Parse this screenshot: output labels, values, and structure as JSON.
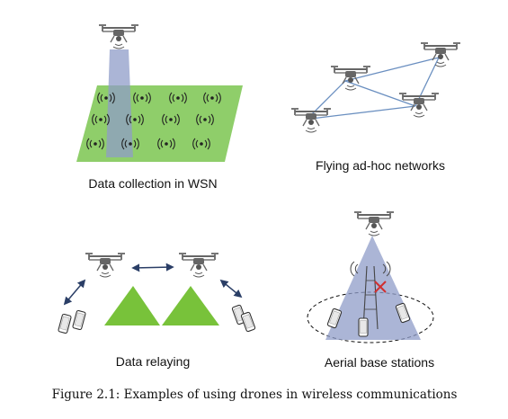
{
  "panels": [
    {
      "label": "Data collection in WSN"
    },
    {
      "label": "Flying ad-hoc networks"
    },
    {
      "label": "Data relaying"
    },
    {
      "label": "Aerial base stations"
    }
  ],
  "caption": "Figure 2.1: Examples of using drones in wireless communications",
  "colors": {
    "field": "#8fce6a",
    "triangle": "#78c23a",
    "beam": "#8f9cc8",
    "link": "#6a8fc0",
    "arrow": "#2a3e66",
    "drone": "#666666"
  },
  "icons": [
    "drone-icon",
    "sensor-icon",
    "smartphone-icon",
    "cell-tower-icon",
    "interference-x-icon"
  ]
}
